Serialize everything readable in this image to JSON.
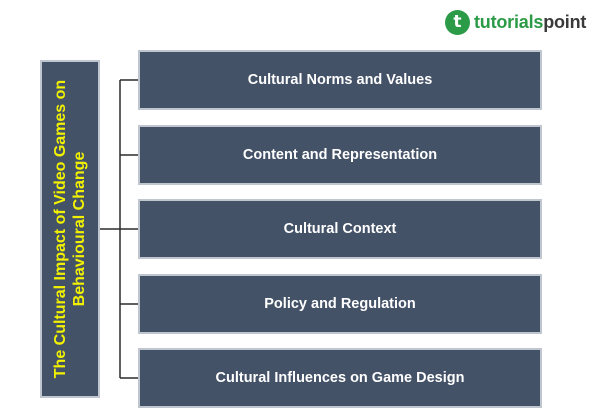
{
  "logo": {
    "mark": "t",
    "text_part1": "tutorials",
    "text_part2": "point",
    "color": "#2c9b47"
  },
  "diagram": {
    "central_label": "The Cultural Impact of Video Games on Behavioural Change",
    "central_text_color": "#f2f200",
    "box_color": "#445268",
    "branches": [
      {
        "label": "Cultural Norms and Values"
      },
      {
        "label": "Content and Representation"
      },
      {
        "label": "Cultural Context"
      },
      {
        "label": "Policy and Regulation"
      },
      {
        "label": "Cultural Influences on Game Design"
      }
    ]
  }
}
